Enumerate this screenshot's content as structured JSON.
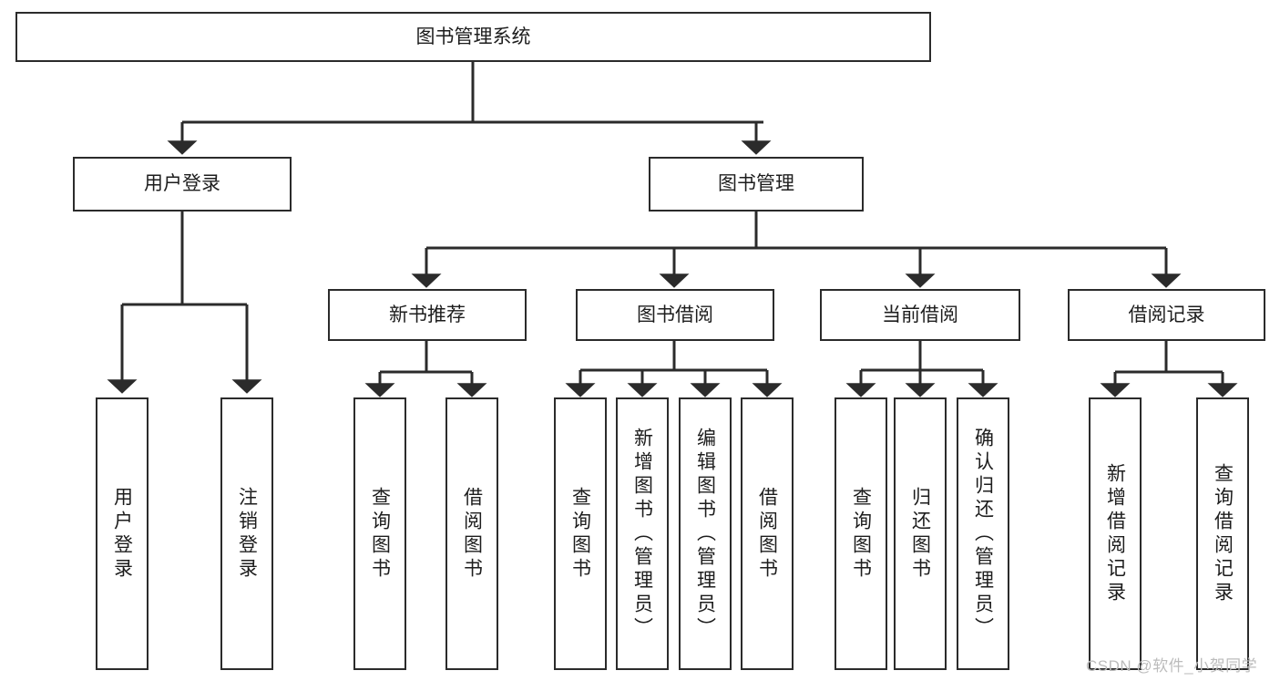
{
  "diagram": {
    "title": "图书管理系统",
    "type": "tree-hierarchy-chart",
    "watermark": "CSDN @软件_小贺同学",
    "colors": {
      "box_border": "#2b2b2b",
      "connector": "#2b2b2b",
      "background": "#ffffff",
      "text": "#1d1d1d",
      "watermark": "#bcbcbc"
    },
    "nodes": {
      "root": {
        "label": "图书管理系统"
      },
      "level2": [
        {
          "id": "user-login",
          "label": "用户登录"
        },
        {
          "id": "book-management",
          "label": "图书管理"
        }
      ],
      "level3": [
        {
          "id": "new-book-recommend",
          "label": "新书推荐"
        },
        {
          "id": "book-borrow",
          "label": "图书借阅"
        },
        {
          "id": "current-borrow",
          "label": "当前借阅"
        },
        {
          "id": "borrow-record",
          "label": "借阅记录"
        }
      ],
      "leaves": {
        "user_login": [
          {
            "id": "leaf-user-login",
            "label": "用户登录"
          },
          {
            "id": "leaf-logout-login",
            "label": "注销登录"
          }
        ],
        "new_book_recommend": [
          {
            "id": "leaf-query-book-1",
            "label": "查询图书"
          },
          {
            "id": "leaf-borrow-book-1",
            "label": "借阅图书"
          }
        ],
        "book_borrow": [
          {
            "id": "leaf-query-book-2",
            "label": "查询图书"
          },
          {
            "id": "leaf-add-book-admin",
            "label": "新增图书（管理员）"
          },
          {
            "id": "leaf-edit-book-admin",
            "label": "编辑图书（管理员）"
          },
          {
            "id": "leaf-borrow-book-2",
            "label": "借阅图书"
          }
        ],
        "current_borrow": [
          {
            "id": "leaf-query-book-3",
            "label": "查询图书"
          },
          {
            "id": "leaf-return-book",
            "label": "归还图书"
          },
          {
            "id": "leaf-confirm-return-admin",
            "label": "确认归还（管理员）"
          }
        ],
        "borrow_record": [
          {
            "id": "leaf-add-borrow-record",
            "label": "新增借阅记录"
          },
          {
            "id": "leaf-query-borrow-record",
            "label": "查询借阅记录"
          }
        ]
      }
    }
  }
}
